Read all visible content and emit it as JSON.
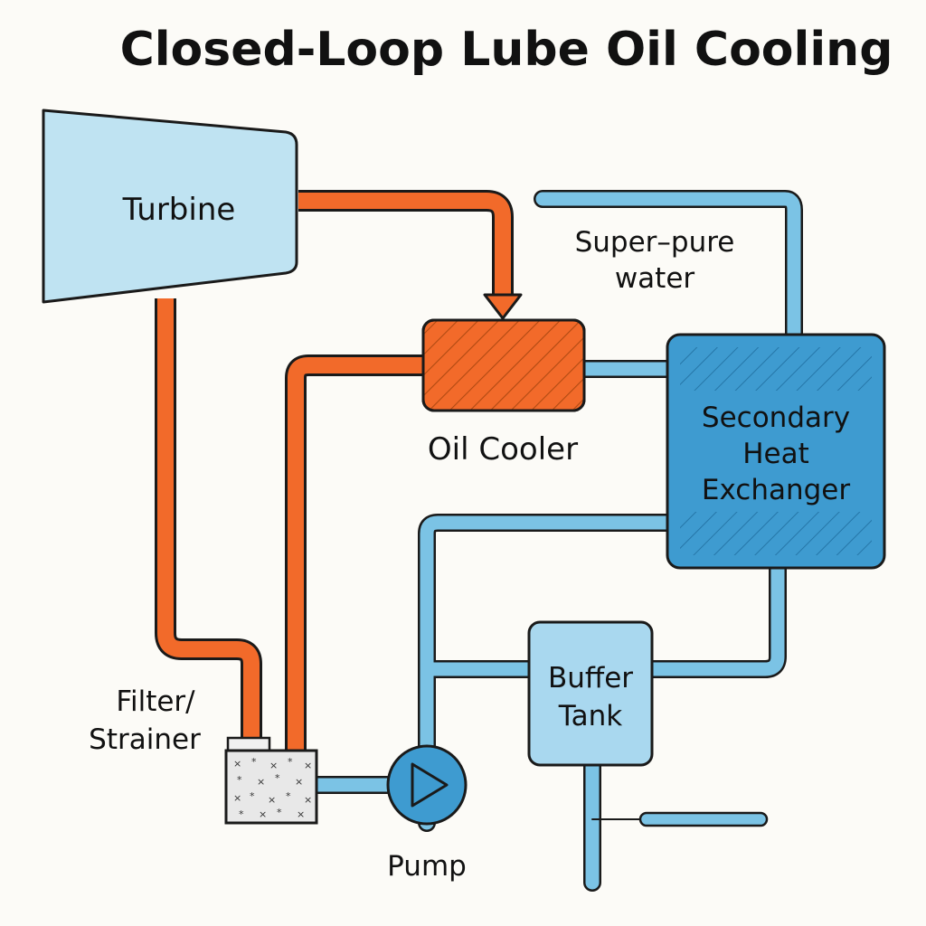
{
  "title": "Closed-Loop Lube Oil Cooling",
  "labels": {
    "turbine": "Turbine",
    "super_pure_line1": "Super–pure",
    "super_pure_line2": "water",
    "oil_cooler": "Oil Cooler",
    "hx_line1": "Secondary",
    "hx_line2": "Heat",
    "hx_line3": "Exchanger",
    "buffer_line1": "Buffer",
    "buffer_line2": "Tank",
    "filter_line1": "Filter/",
    "filter_line2": "Strainer",
    "pump": "Pump"
  },
  "colors": {
    "oil": "#f26a2a",
    "water_pipe": "#7bc3e5",
    "turbine_fill": "#bfe3f2",
    "hx_fill": "#3e9bd0",
    "buffer_fill": "#a9d8ef",
    "pump_fill": "#3e9bd0",
    "filter_fill": "#e8e8e8",
    "outline": "#1a1a1a"
  },
  "icons": {
    "pump": "pump-play-triangle-icon",
    "filter": "filter-dotted-box-icon",
    "flow_arrow": "arrow-down-icon"
  }
}
